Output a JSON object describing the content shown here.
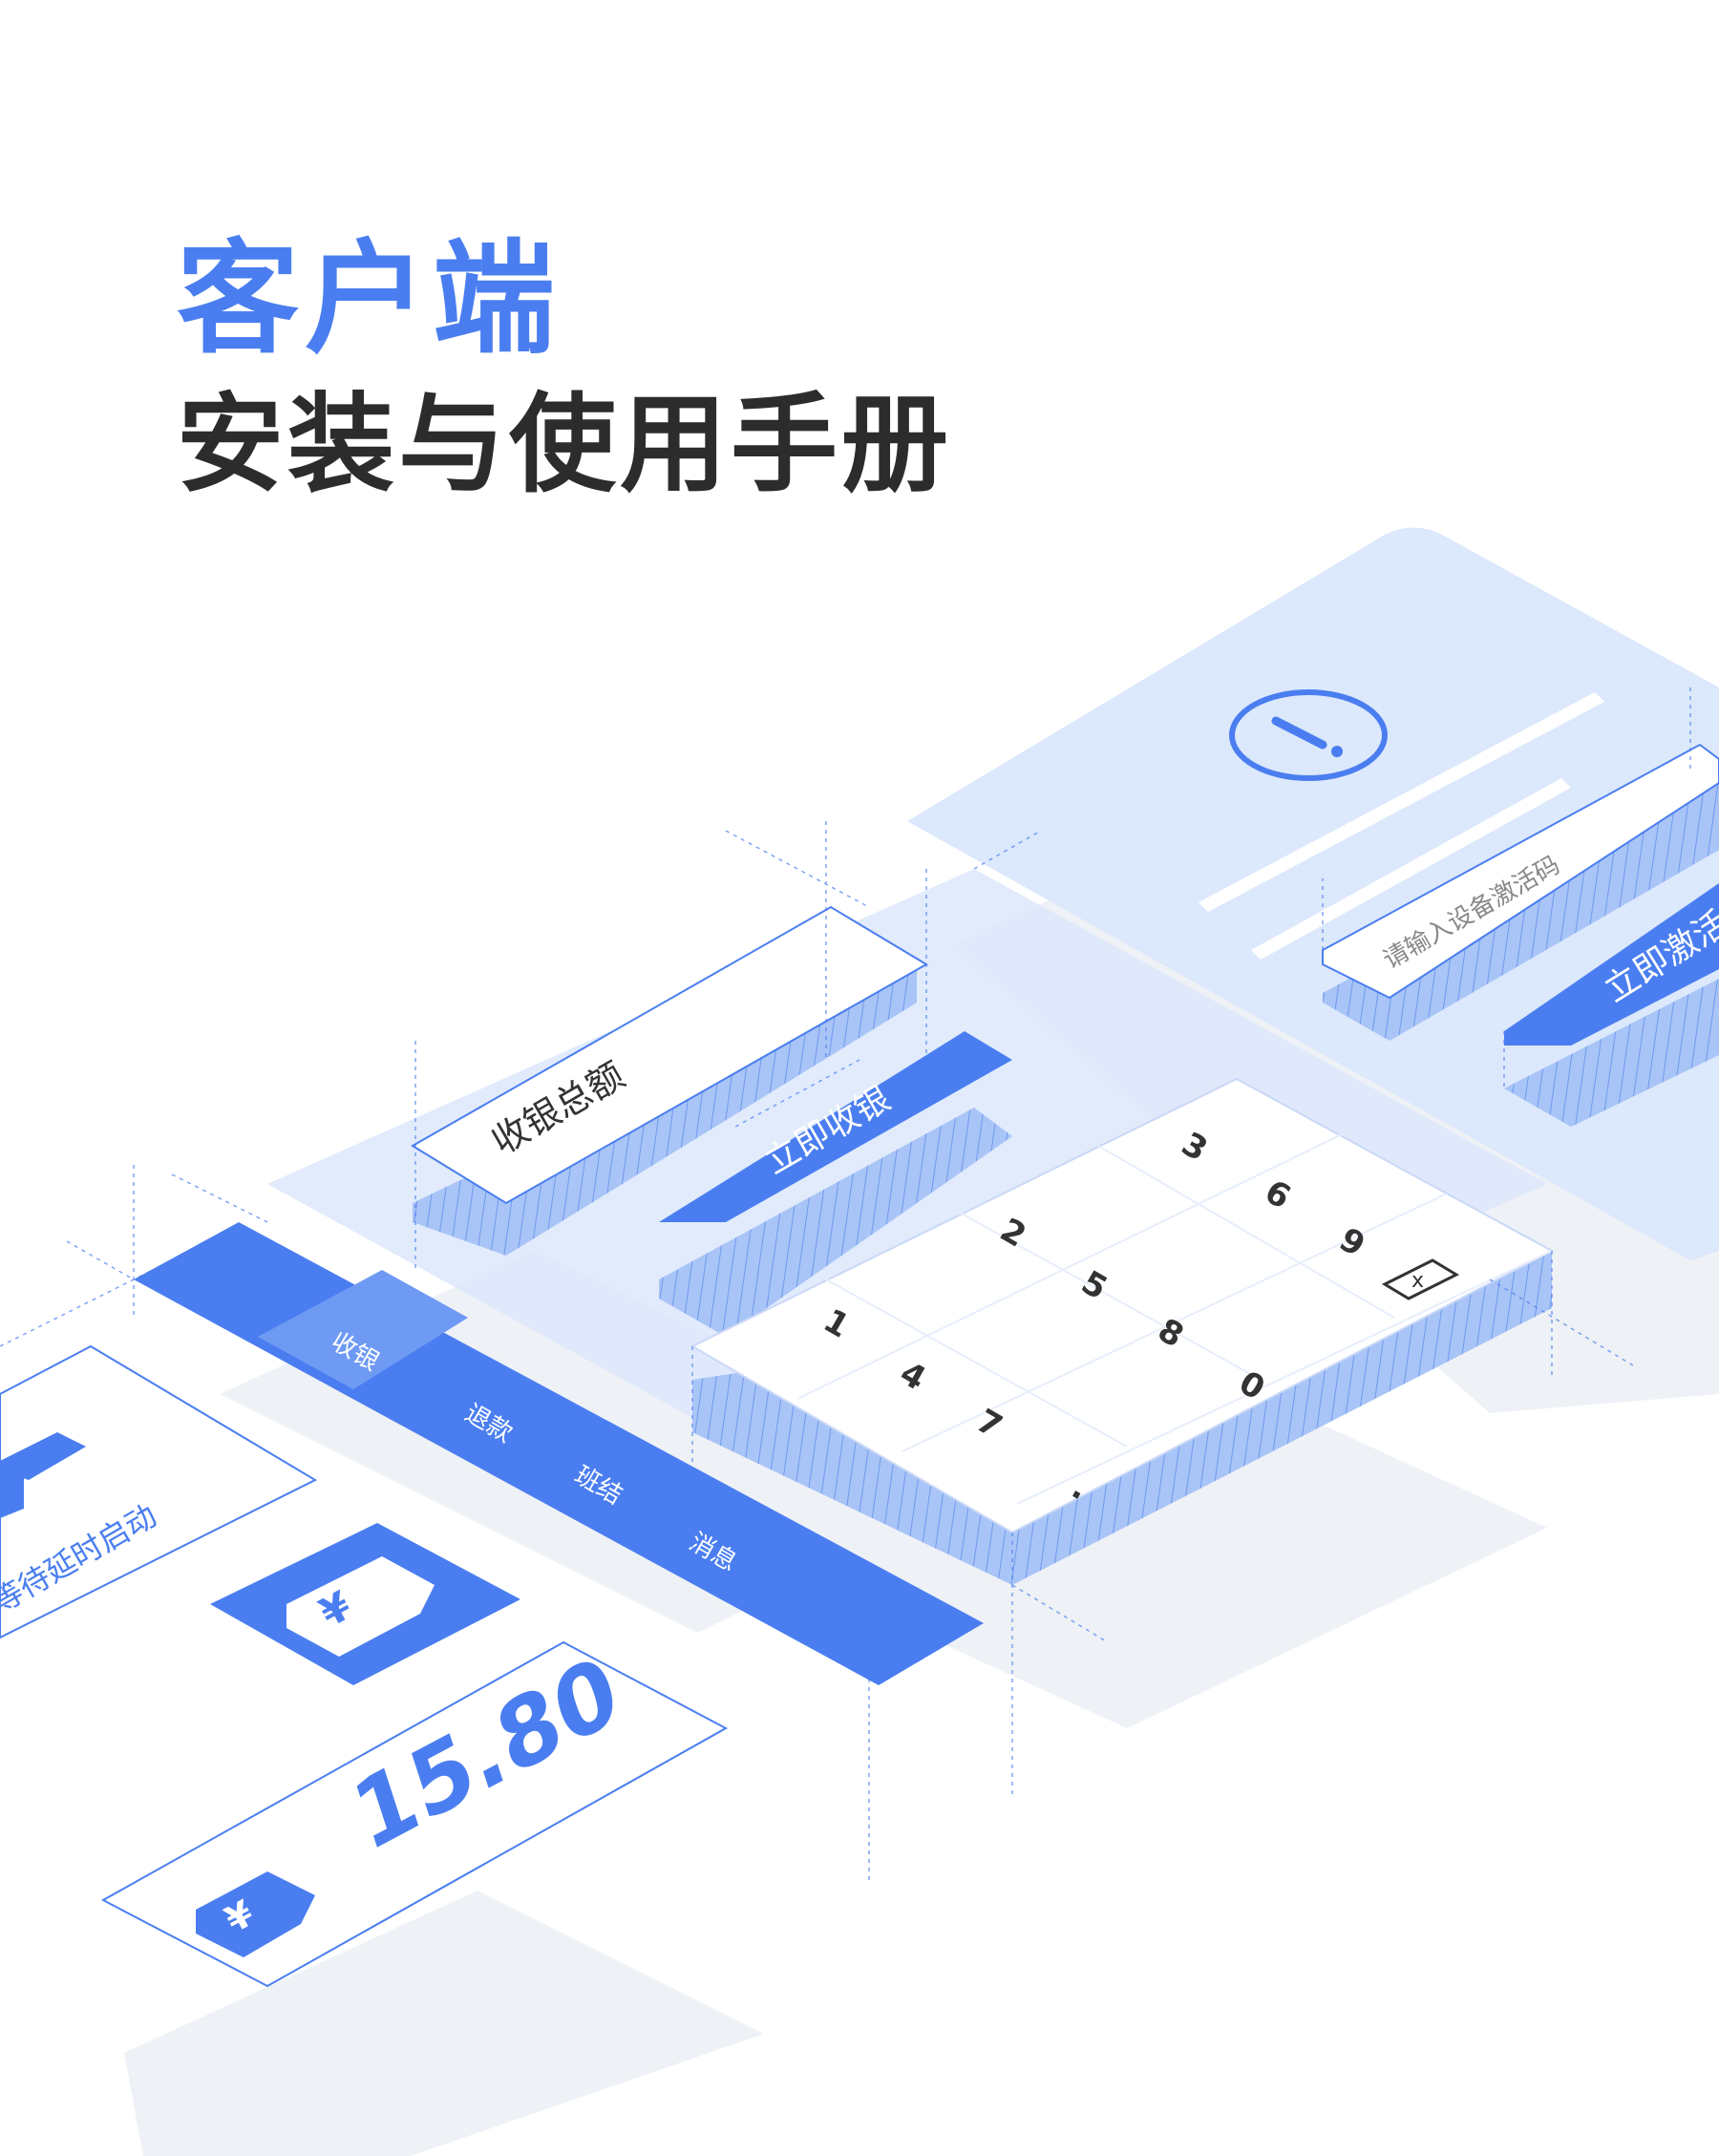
{
  "header": {
    "title": "客户端",
    "subtitle": "安装与使用手册"
  },
  "activation": {
    "input_placeholder": "请输入设备激活码",
    "button_label": "立即激活"
  },
  "cashier": {
    "total_label": "收银总额",
    "button_label": "立即收银"
  },
  "keypad": {
    "keys": [
      "3",
      "6",
      "9",
      "2",
      "5",
      "8",
      "0",
      "1",
      "4",
      "7",
      "."
    ],
    "delete_label": "x"
  },
  "menu": {
    "items": [
      "收银",
      "退款",
      "班结",
      "消息"
    ]
  },
  "status_card": {
    "text": "等待延时启动"
  },
  "amount_card": {
    "amount": "15.80"
  },
  "icons": {
    "alert": "alert-circle-icon",
    "yuan": "yuan-tag-icon",
    "calendar": "calendar-icon",
    "delete": "backspace-icon"
  },
  "colors": {
    "brand": "#4a7ef0",
    "title_dark": "#2c2c2c",
    "panel_light": "#dce8fb",
    "shadow": "#eef1f6"
  }
}
